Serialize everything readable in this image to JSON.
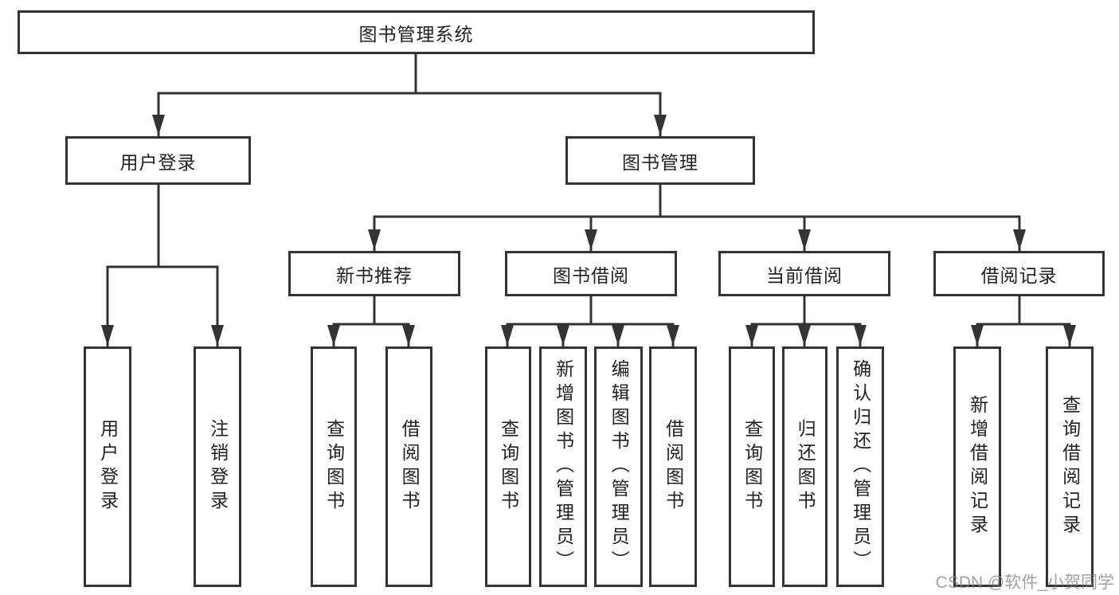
{
  "diagram": {
    "root": "图书管理系统",
    "branches": [
      {
        "label": "用户登录",
        "leaves": [
          "用户登录",
          "注销登录"
        ]
      },
      {
        "label": "图书管理",
        "groups": [
          {
            "label": "新书推荐",
            "leaves": [
              "查询图书",
              "借阅图书"
            ]
          },
          {
            "label": "图书借阅",
            "leaves": [
              "查询图书",
              "新增图书（管理员）",
              "编辑图书（管理员）",
              "借阅图书"
            ]
          },
          {
            "label": "当前借阅",
            "leaves": [
              "查询图书",
              "归还图书",
              "确认归还（管理员）"
            ]
          },
          {
            "label": "借阅记录",
            "leaves": [
              "新增借阅记录",
              "查询借阅记录"
            ]
          }
        ]
      }
    ]
  },
  "watermark": {
    "text": "CSDN @软件_小贺同学"
  },
  "colors": {
    "line": "#333333",
    "box_border": "#333333",
    "box_background": "#ffffff",
    "text": "#222222",
    "watermark": "#828282"
  }
}
